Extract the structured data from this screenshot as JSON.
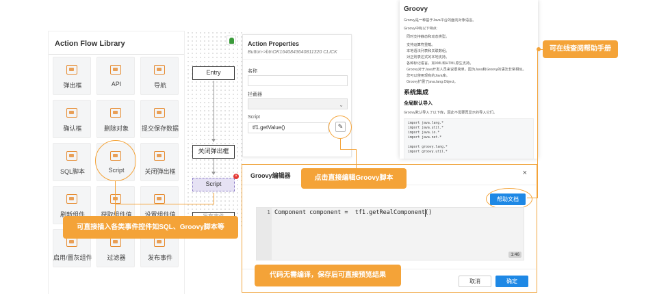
{
  "library": {
    "title": "Action Flow Library",
    "items": [
      {
        "label": "弹出框",
        "icon": "popup-icon"
      },
      {
        "label": "API",
        "icon": "api-icon"
      },
      {
        "label": "导航",
        "icon": "navigate-icon"
      },
      {
        "label": "确认框",
        "icon": "confirm-icon"
      },
      {
        "label": "删除对象",
        "icon": "delete-icon"
      },
      {
        "label": "提交保存数据",
        "icon": "save-icon"
      },
      {
        "label": "SQL脚本",
        "icon": "sql-icon"
      },
      {
        "label": "Script",
        "icon": "script-icon"
      },
      {
        "label": "关闭弹出框",
        "icon": "close-popup-icon"
      },
      {
        "label": "刷新组件",
        "icon": "refresh-icon"
      },
      {
        "label": "获取组件值",
        "icon": "get-value-icon"
      },
      {
        "label": "设置组件值",
        "icon": "set-value-icon"
      },
      {
        "label": "启用/置灰组件",
        "icon": "toggle-icon"
      },
      {
        "label": "过滤器",
        "icon": "filter-icon"
      },
      {
        "label": "发布事件",
        "icon": "publish-icon"
      }
    ]
  },
  "flow": {
    "nodes": [
      "Entry",
      "关闭弹出框",
      "Script"
    ],
    "partial_node": "发布事件"
  },
  "properties": {
    "title": "Action Properties",
    "subtitle": "Button->btnOK1640843640811320 CLICK",
    "name_label": "名称",
    "name_value": "",
    "interceptor_label": "拦截器",
    "interceptor_value": "",
    "script_label": "Script",
    "script_value": "tf1.getValue()"
  },
  "help_page": {
    "title": "Groovy",
    "intro": "Groovy是一种基于Java平台的面向对象语言。",
    "features_title": "Groovy中有以下特点:",
    "features": [
      "同时支持静态和动态类型。",
      "支持运算符重载。",
      "本地语法列表和关联数组。",
      "对正则表达式的本地支持。",
      "各种标记语言，如XML和HTML原生支持。",
      "Groovy对于Java开发人员来说很简单，因为Java和Groovy的语法非常相似。",
      "您可以使用现有的Java库。",
      "Groovy扩展了java.lang.Object。"
    ],
    "section": "系统集成",
    "subsection": "全局默认导入",
    "subsection_text": "Groovy默认导入了以下库，因此不需要再显示的导入它们。",
    "imports": [
      "import java.lang.*",
      "import java.util.*",
      "import java.io.*",
      "import java.net.*",
      "",
      "import groovy.lang.*",
      "import groovy.util.*"
    ]
  },
  "editor": {
    "title": "Groovy编辑器",
    "close": "×",
    "help_button": "帮助文档",
    "line_number": "1",
    "code": "Component component =  tf1.getRealComponent()",
    "cursor_pos": "1:46",
    "cancel": "取消",
    "ok": "确定"
  },
  "callouts": {
    "help_manual": "可在线查阅帮助手册",
    "edit_groovy": "点击直接编辑Groovy脚本",
    "insert_events": "可直接插入各类事件控件如SQL、Groovy脚本等",
    "no_compile": "代码无需编译，保存后可直接预览结果"
  },
  "colors": {
    "accent_orange": "#f4a338",
    "primary_blue": "#1e88e5",
    "icon_orange": "#e68a2e"
  }
}
